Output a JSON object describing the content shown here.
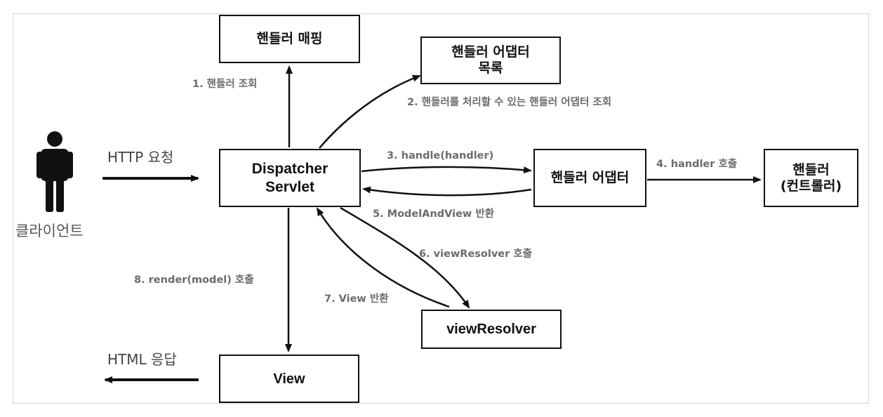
{
  "boxes": {
    "handler_mapping": "핸들러 매핑",
    "handler_adapter_list": "핸들러 어댑터\n목록",
    "dispatcher_servlet": "Dispatcher\nServlet",
    "handler_adapter": "핸들러 어댑터",
    "handler": "핸들러\n(컨트롤러)",
    "view_resolver": "viewResolver",
    "view": "View"
  },
  "client_label": "클라이언트",
  "arrows": {
    "http_request": "HTTP 요청",
    "html_response": "HTML 응답",
    "step1": "1. 핸들러 조회",
    "step2": "2. 핸들러를 처리할 수 있는 핸들러 어댑터 조회",
    "step3": "3. handle(handler)",
    "step4": "4. handler 호출",
    "step5": "5. ModelAndView 반환",
    "step6": "6. viewResolver 호출",
    "step7": "7. View 반환",
    "step8": "8. render(model) 호출"
  },
  "colors": {
    "line": "#111111",
    "label": "#6b6b6b",
    "client": "#111111"
  }
}
